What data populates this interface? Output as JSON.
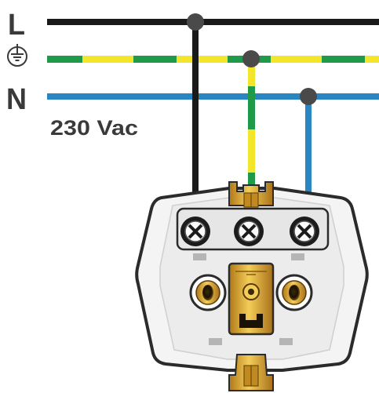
{
  "labels": {
    "live": "L",
    "neutral": "N",
    "voltage": "230 Vac"
  },
  "icons": {
    "earth": "ground-symbol-icon"
  },
  "colors": {
    "live_wire": "#1a1a1a",
    "earth_green": "#1f9a48",
    "earth_yellow": "#f2e52a",
    "neutral_wire": "#2a86c3",
    "junction": "#4a4a4a",
    "socket_body": "#f4f4f4",
    "socket_outline": "#2b2b2b",
    "brass": "#e0ae2a",
    "brass_dark": "#8a5a10"
  }
}
